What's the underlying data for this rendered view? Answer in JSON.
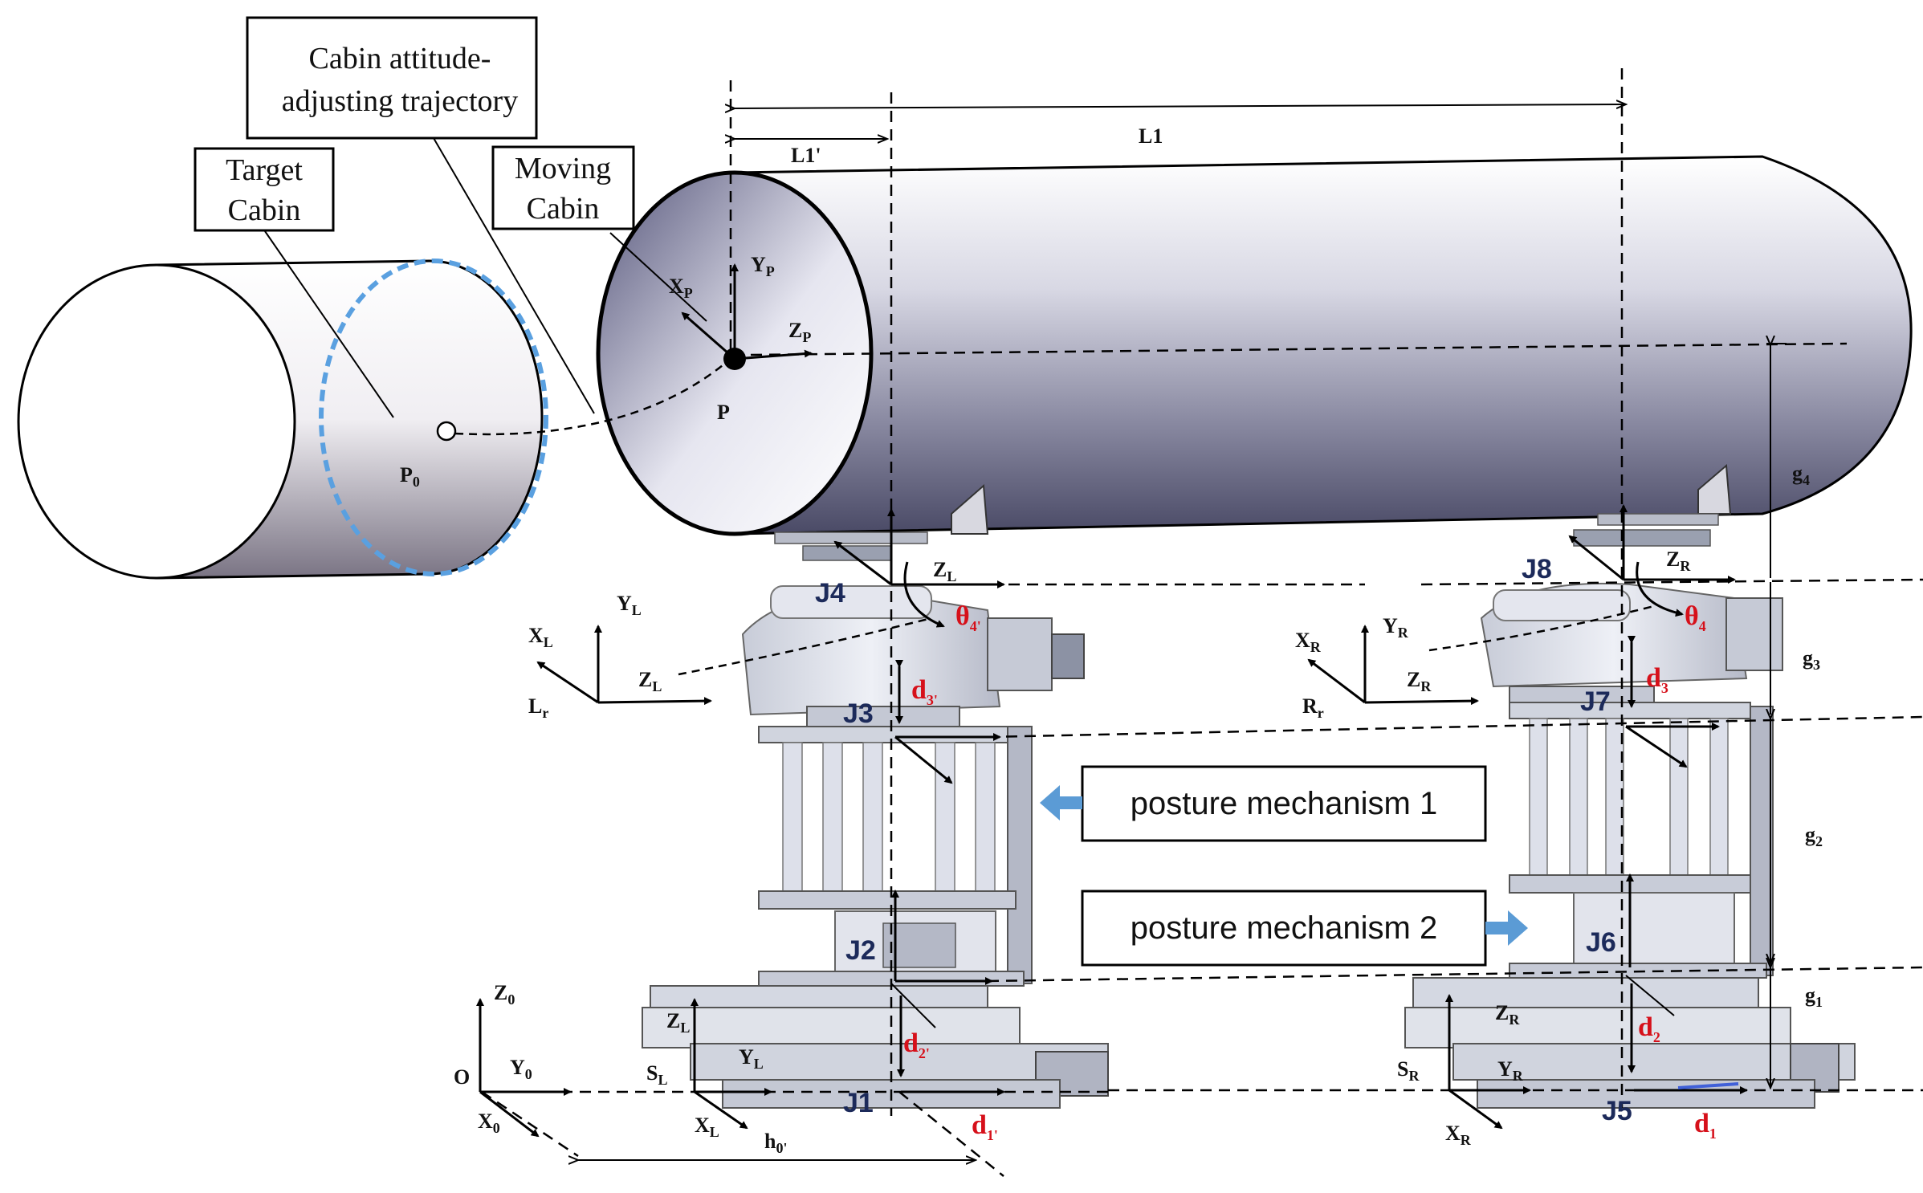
{
  "labels": {
    "trajectory_line1": "Cabin attitude-",
    "trajectory_line2": "adjusting trajectory",
    "target_line1": "Target",
    "target_line2": "Cabin",
    "moving_line1": "Moving",
    "moving_line2": "Cabin",
    "mechanism1": "posture mechanism 1",
    "mechanism2": "posture mechanism 2"
  },
  "points": {
    "P": "P",
    "P0": "P",
    "P0_sub": "0",
    "O": "O"
  },
  "dimensions": {
    "L1": "L1",
    "L1p": "L1'",
    "g1": "g",
    "g1_sub": "1",
    "g2": "g",
    "g2_sub": "2",
    "g3": "g",
    "g3_sub": "3",
    "g4": "g",
    "g4_sub": "4",
    "h0": "h",
    "h0_sub": "0'"
  },
  "joints": [
    "J1",
    "J2",
    "J3",
    "J4",
    "J5",
    "J6",
    "J7",
    "J8"
  ],
  "variables": {
    "theta4p": "θ",
    "theta4p_sub": "4'",
    "theta4": "θ",
    "theta4_sub": "4",
    "d3p": "d",
    "d3p_sub": "3'",
    "d3": "d",
    "d3_sub": "3",
    "d2p": "d",
    "d2p_sub": "2'",
    "d2": "d",
    "d2_sub": "2",
    "d1p": "d",
    "d1p_sub": "1'",
    "d1": "d",
    "d1_sub": "1"
  },
  "axes": {
    "X": "X",
    "Y": "Y",
    "Z": "Z",
    "L": "L",
    "R": "R",
    "S": "S",
    "sub_P": "P",
    "sub_L": "L",
    "sub_R": "R",
    "sub_0": "0",
    "frame_L": "L",
    "frame_R": "R",
    "frame_sub": "r"
  },
  "colors": {
    "target_ring": "#5aa0e0",
    "arrow_blue": "#5b9bd5",
    "red": "#d6101a",
    "joint": "#1c2a5a",
    "cylinder_dark": "#4a4a66"
  }
}
